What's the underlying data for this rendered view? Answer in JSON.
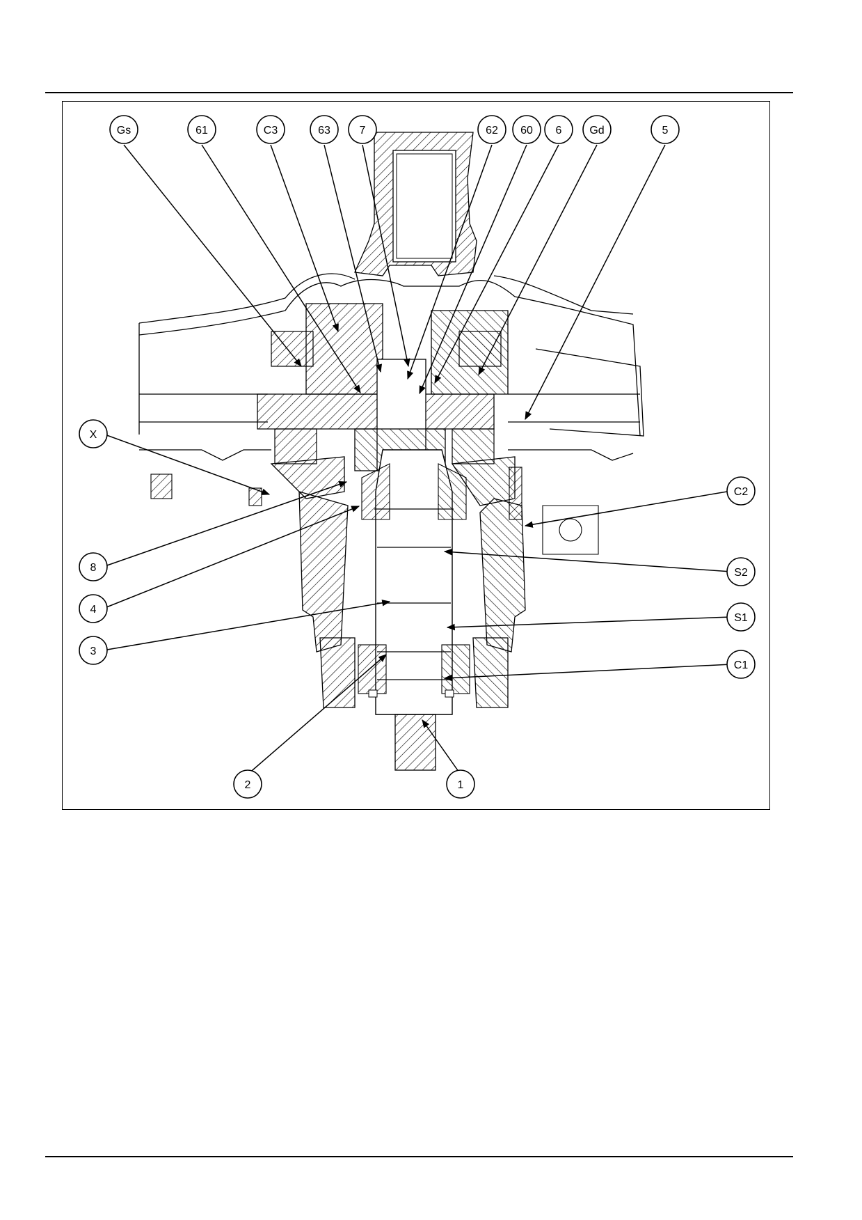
{
  "figure": {
    "callouts": [
      {
        "id": "Gs",
        "label": "Gs"
      },
      {
        "id": "61",
        "label": "61"
      },
      {
        "id": "C3",
        "label": "C3"
      },
      {
        "id": "63",
        "label": "63"
      },
      {
        "id": "7",
        "label": "7"
      },
      {
        "id": "62",
        "label": "62"
      },
      {
        "id": "60",
        "label": "60"
      },
      {
        "id": "6",
        "label": "6"
      },
      {
        "id": "Gd",
        "label": "Gd"
      },
      {
        "id": "5",
        "label": "5"
      },
      {
        "id": "X",
        "label": "X"
      },
      {
        "id": "8",
        "label": "8"
      },
      {
        "id": "4",
        "label": "4"
      },
      {
        "id": "3",
        "label": "3"
      },
      {
        "id": "C2",
        "label": "C2"
      },
      {
        "id": "S2",
        "label": "S2"
      },
      {
        "id": "S1",
        "label": "S1"
      },
      {
        "id": "C1",
        "label": "C1"
      },
      {
        "id": "2",
        "label": "2"
      },
      {
        "id": "1",
        "label": "1"
      }
    ]
  }
}
